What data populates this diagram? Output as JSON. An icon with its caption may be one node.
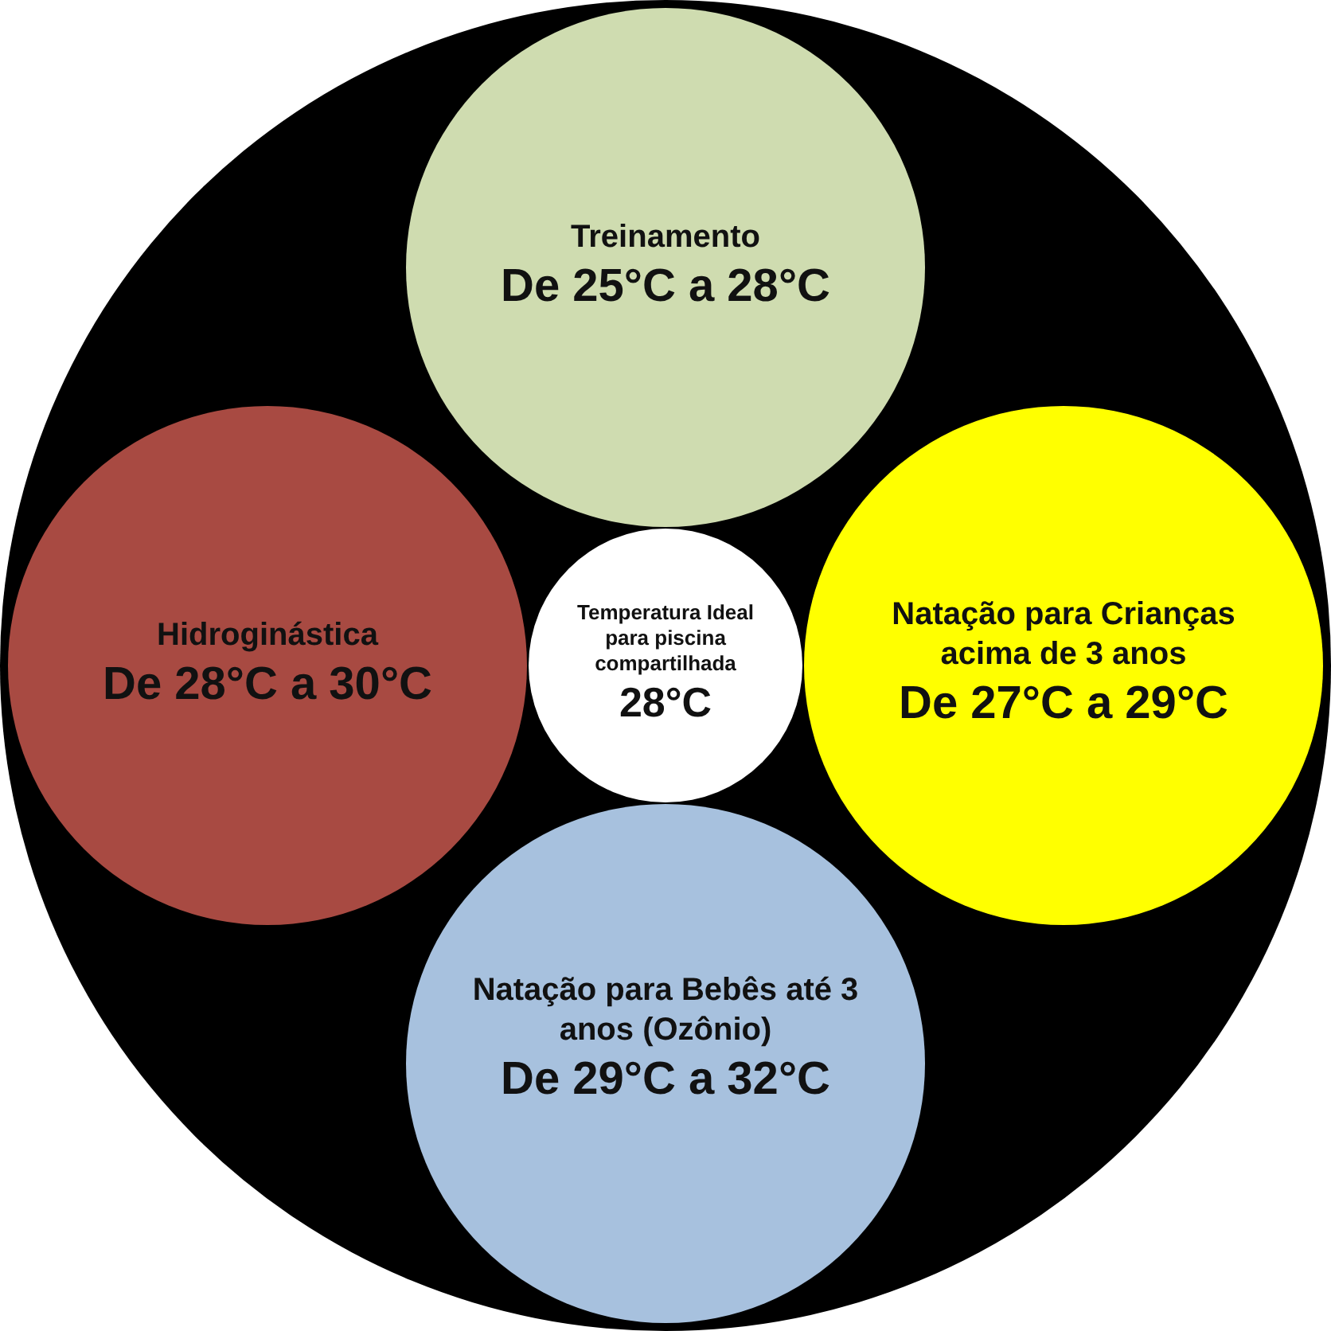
{
  "diagram": {
    "nodes": [
      {
        "text": [],
        "shape": "circle"
      },
      {
        "text": [
          "Treinamento",
          "De 25°C a 28°C"
        ],
        "in": 0
      },
      {
        "text": [
          "Hidroginástica",
          "De 28°C a 30°C"
        ],
        "in": 0
      },
      {
        "text": [
          "Natação para Crianças acima de 3 anos",
          "De 27°C a 29°C"
        ],
        "in": 0
      },
      {
        "text": [
          "Natação para Bebês até 3 anos (Ozônio)",
          "De 29°C a 32°C"
        ],
        "in": 0
      },
      {
        "text": [
          "Temperatura Ideal para piscina compartilhada",
          "28°C"
        ],
        "in": 0
      }
    ]
  }
}
